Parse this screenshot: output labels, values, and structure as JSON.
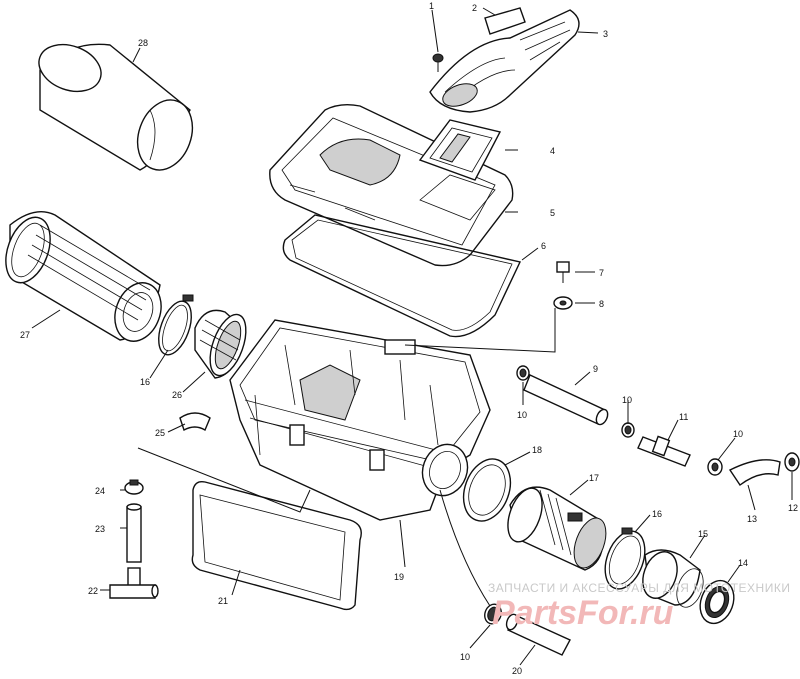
{
  "callouts": {
    "c1": "1",
    "c2": "2",
    "c3": "3",
    "c4": "4",
    "c5": "5",
    "c6": "6",
    "c7": "7",
    "c8": "8",
    "c9": "9",
    "c10a": "10",
    "c10b": "10",
    "c10c": "10",
    "c10d": "10",
    "c11": "11",
    "c12": "12",
    "c13": "13",
    "c14": "14",
    "c15": "15",
    "c16a": "16",
    "c16b": "16",
    "c17": "17",
    "c18": "18",
    "c19": "19",
    "c20": "20",
    "c21": "21",
    "c22": "22",
    "c23": "23",
    "c24": "24",
    "c25": "25",
    "c26": "26",
    "c27": "27",
    "c28": "28"
  },
  "watermark": {
    "tagline": "ЗАПЧАСТИ И АКСЕССУАРЫ ДЛЯ МОТОТЕХНИКИ",
    "brand": "PartsFor.ru"
  }
}
